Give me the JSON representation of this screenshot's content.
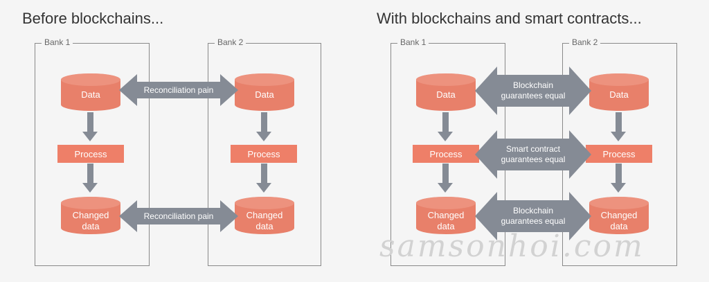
{
  "left": {
    "title": "Before blockchains...",
    "bank1": "Bank 1",
    "bank2": "Bank 2",
    "data_label": "Data",
    "process_label": "Process",
    "changed_label_1": "Changed",
    "changed_label_2": "data",
    "arrow_top": "Reconciliation pain",
    "arrow_bottom": "Reconciliation pain"
  },
  "right": {
    "title": "With blockchains and smart contracts...",
    "bank1": "Bank 1",
    "bank2": "Bank 2",
    "data_label": "Data",
    "process_label": "Process",
    "changed_label_1": "Changed",
    "changed_label_2": "data",
    "arrow_top_1": "Blockchain",
    "arrow_top_2": "guarantees equal",
    "arrow_mid_1": "Smart contract",
    "arrow_mid_2": "guarantees equal",
    "arrow_bottom_1": "Blockchain",
    "arrow_bottom_2": "guarantees equal"
  },
  "watermark": "samsonhoi.com",
  "colors": {
    "cylinder": "#e8806a",
    "process": "#ee7f68",
    "arrow": "#858b95",
    "background": "#f5f5f5"
  }
}
